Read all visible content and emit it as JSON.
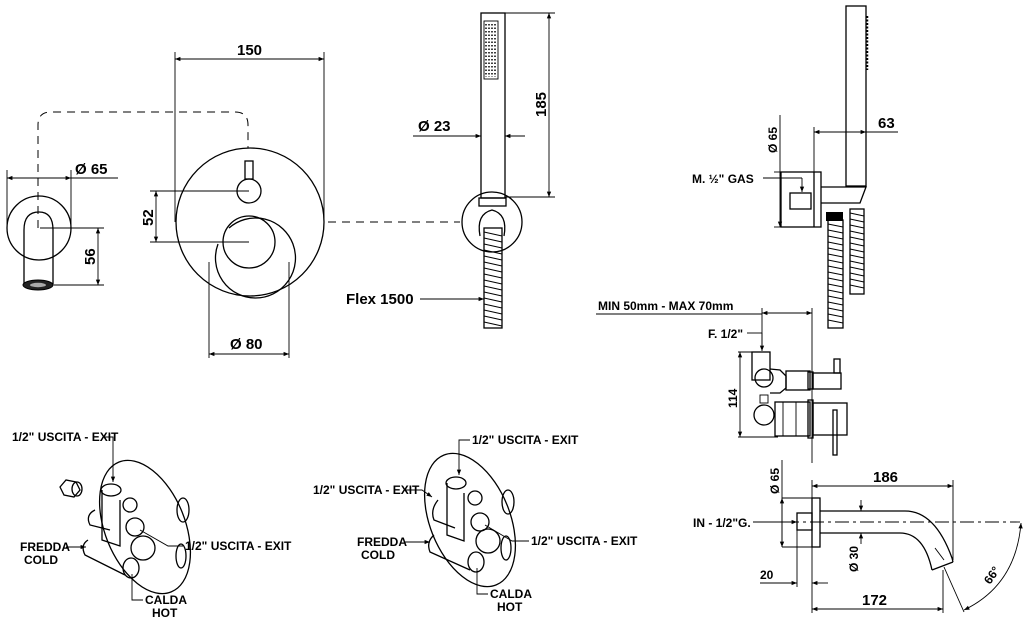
{
  "drawing": {
    "spout_view": {
      "diameter_label": "Ø 65",
      "height_label": "56"
    },
    "mixer_plate": {
      "width_label": "150",
      "spacing_label": "52",
      "handle_diameter_label": "Ø 80"
    },
    "hand_shower": {
      "diameter_label": "Ø 23",
      "length_label": "185",
      "hose_label": "Flex 1500"
    },
    "shower_bracket_side": {
      "diameter_label": "Ø 65",
      "depth_label": "63",
      "connection_label": "M. ½\" GAS"
    },
    "concealed_body_side": {
      "wall_range_label": "MIN 50mm - MAX 70mm",
      "connection_label": "F. 1/2\"",
      "height_label": "114"
    },
    "spout_side": {
      "plate_diameter_label": "Ø 65",
      "length_total_label": "186",
      "inlet_label": "IN - 1/2\"G.",
      "pipe_diameter_label": "Ø 30",
      "thread_label": "20",
      "length_label": "172",
      "angle_label": "66°"
    },
    "iso_view_left": {
      "exit_top_label": "1/2\" USCITA - EXIT",
      "exit_right_label": "1/2\" USCITA - EXIT",
      "cold_label_it": "FREDDA",
      "cold_label_en": "COLD",
      "hot_label_it": "CALDA",
      "hot_label_en": "HOT"
    },
    "iso_view_right": {
      "exit_top_label": "1/2\" USCITA - EXIT",
      "exit_left_label": "1/2\" USCITA - EXIT",
      "exit_right_label": "1/2\" USCITA - EXIT",
      "cold_label_it": "FREDDA",
      "cold_label_en": "COLD",
      "hot_label_it": "CALDA",
      "hot_label_en": "HOT"
    }
  }
}
